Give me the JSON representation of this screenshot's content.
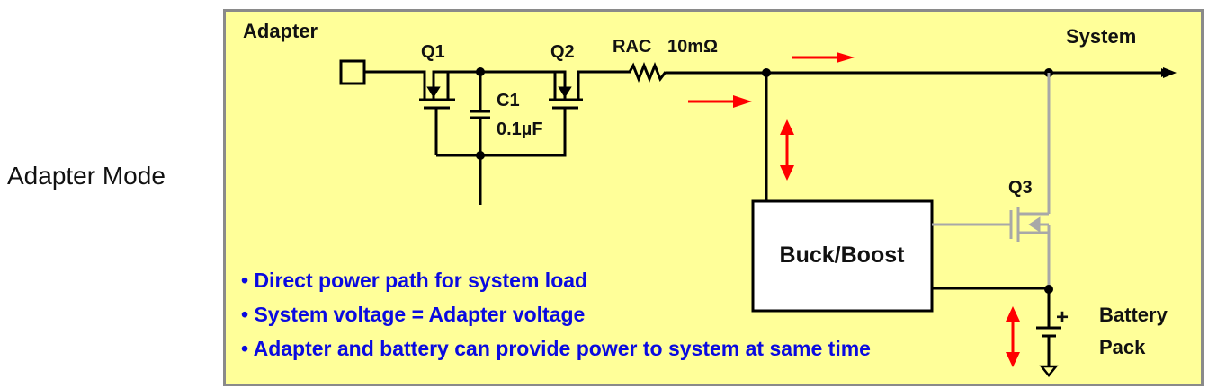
{
  "mode_label": "Adapter Mode",
  "diagram": {
    "labels": {
      "adapter": "Adapter",
      "system": "System",
      "q1": "Q1",
      "q2": "Q2",
      "q3": "Q3",
      "c1": "C1",
      "c1_value": "0.1µF",
      "rac": "RAC",
      "rac_value": "10mΩ",
      "converter": "Buck/Boost",
      "battery_line1": "Battery",
      "battery_line2": "Pack",
      "battery_plus": "+"
    },
    "bullets": [
      "• Direct power path for system load",
      "• System voltage = Adapter voltage",
      "• Adapter and battery can provide power to system at same time"
    ],
    "colors": {
      "panel_bg": "#ffff99",
      "wire": "#000000",
      "inactive_wire": "#a8a8a8",
      "flow_arrow": "#ff0000",
      "bullet_text": "#0a0ae0"
    }
  }
}
